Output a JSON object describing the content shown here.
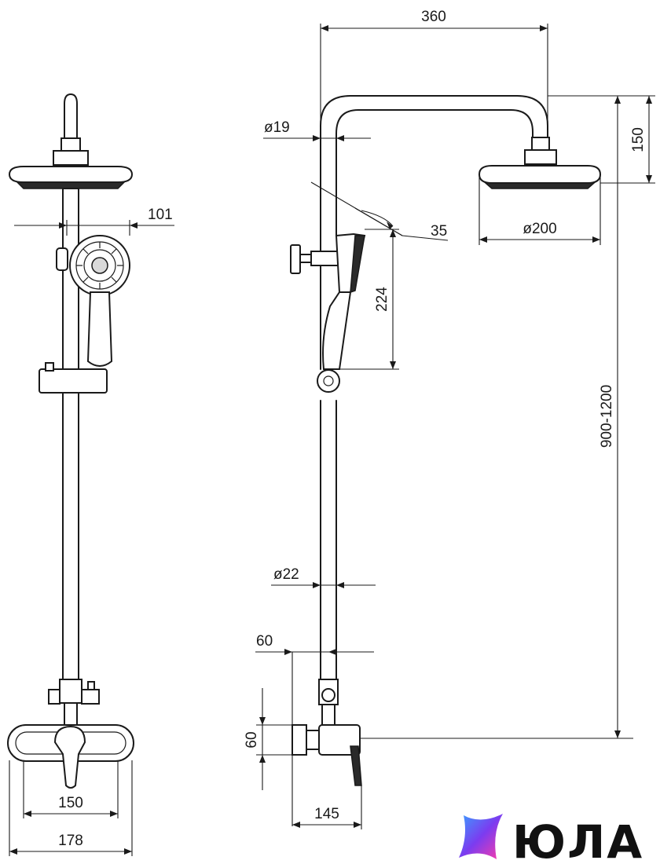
{
  "dimensions": {
    "top_width": "360",
    "pipe_diameter_top": "ø19",
    "head_drop": "150",
    "hand_offset": "101",
    "hand_angle": "35",
    "head_diameter": "ø200",
    "hand_height": "224",
    "total_height": "900-1200",
    "pipe_diameter_bottom": "ø22",
    "mixer_offset": "60",
    "mixer_height": "60",
    "mixer_depth": "145",
    "mixer_inner_width": "150",
    "mixer_outer_width": "178"
  },
  "logo": {
    "text": "ЮЛА",
    "colors": [
      "#7b3cf0",
      "#3aa0ff",
      "#ff3ca6"
    ]
  }
}
